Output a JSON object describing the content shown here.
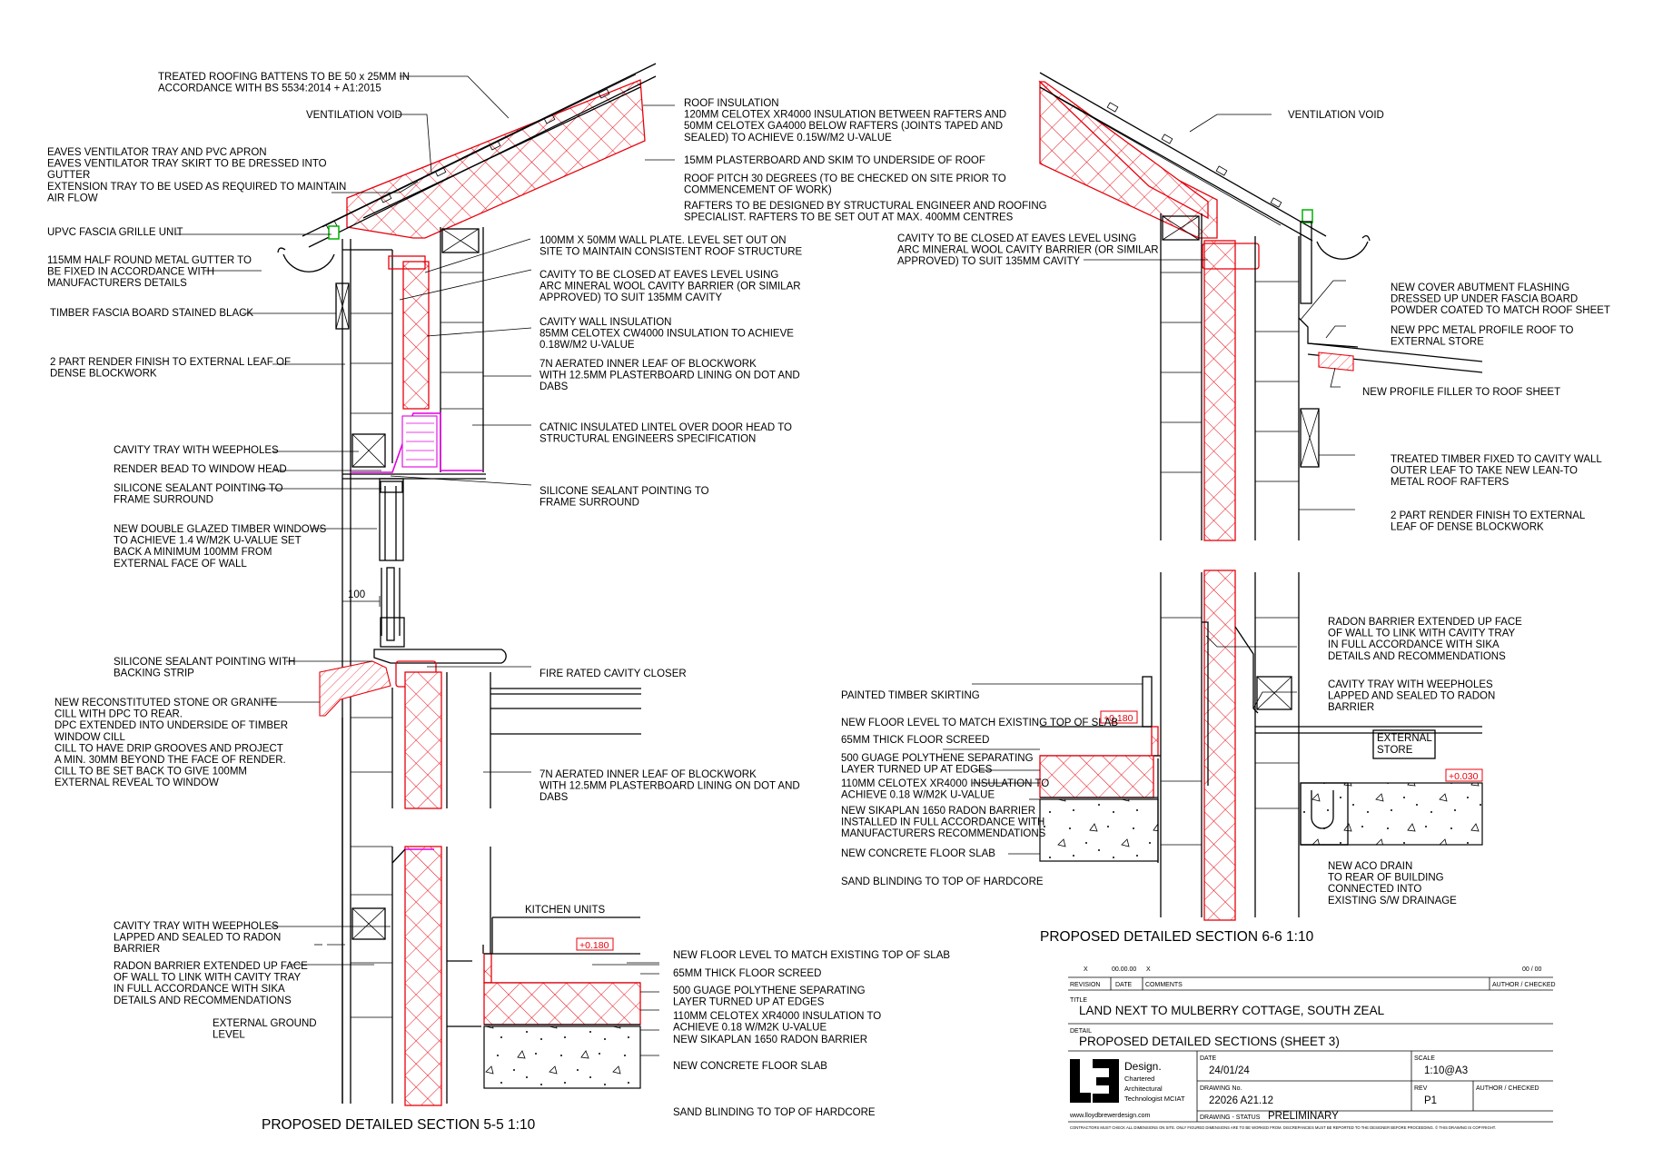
{
  "section_5_5": {
    "title": "PROPOSED DETAILED SECTION 5-5  1:10",
    "dimension": "100",
    "level_floor": "+0.180",
    "notes_left": [
      {
        "lines": [
          "TREATED ROOFING BATTENS TO BE 50 x 25MM IN",
          "ACCORDANCE WITH BS 5534:2014 + A1:2015"
        ]
      },
      {
        "lines": [
          "VENTILATION VOID"
        ]
      },
      {
        "lines": [
          "EAVES VENTILATOR TRAY AND PVC APRON",
          "EAVES VENTILATOR TRAY SKIRT TO BE DRESSED INTO",
          "GUTTER",
          "EXTENSION TRAY TO BE USED AS REQUIRED TO MAINTAIN",
          "AIR FLOW"
        ]
      },
      {
        "lines": [
          "UPVC FASCIA GRILLE UNIT"
        ]
      },
      {
        "lines": [
          "115MM HALF ROUND METAL GUTTER TO",
          "BE FIXED IN ACCORDANCE WITH",
          "MANUFACTURERS DETAILS"
        ]
      },
      {
        "lines": [
          "TIMBER FASCIA BOARD STAINED BLACK"
        ]
      },
      {
        "lines": [
          "2 PART RENDER FINISH TO EXTERNAL LEAF OF",
          "DENSE BLOCKWORK"
        ]
      },
      {
        "lines": [
          "CAVITY TRAY WITH WEEPHOLES"
        ]
      },
      {
        "lines": [
          "RENDER BEAD TO WINDOW HEAD"
        ]
      },
      {
        "lines": [
          "SILICONE SEALANT POINTING TO",
          "FRAME SURROUND"
        ]
      },
      {
        "lines": [
          "NEW DOUBLE GLAZED TIMBER WINDOWS",
          "TO ACHIEVE 1.4 W/M2K U-VALUE SET",
          "BACK A MINIMUM 100MM FROM",
          "EXTERNAL FACE OF WALL"
        ]
      },
      {
        "lines": [
          "SILICONE SEALANT POINTING WITH",
          "BACKING STRIP"
        ]
      },
      {
        "lines": [
          "NEW RECONSTITUTED STONE OR GRANITE",
          "CILL WITH DPC TO REAR.",
          "DPC EXTENDED INTO UNDERSIDE OF TIMBER",
          "WINDOW CILL",
          "CILL TO HAVE DRIP GROOVES AND PROJECT",
          "A MIN. 30MM BEYOND THE FACE OF RENDER.",
          "CILL TO BE SET BACK TO GIVE 100MM",
          "EXTERNAL REVEAL TO WINDOW"
        ]
      },
      {
        "lines": [
          "CAVITY TRAY WITH WEEPHOLES",
          "LAPPED AND SEALED TO RADON",
          "BARRIER"
        ]
      },
      {
        "lines": [
          "RADON BARRIER EXTENDED UP FACE",
          "OF WALL TO LINK WITH CAVITY TRAY",
          "IN FULL ACCORDANCE WITH SIKA",
          "DETAILS AND RECOMMENDATIONS"
        ]
      },
      {
        "lines": [
          "EXTERNAL GROUND",
          "LEVEL"
        ]
      }
    ],
    "notes_right": [
      {
        "lines": [
          "ROOF INSULATION",
          "120MM CELOTEX XR4000 INSULATION BETWEEN RAFTERS AND",
          "50MM CELOTEX GA4000 BELOW RAFTERS (JOINTS TAPED AND",
          "SEALED) TO ACHIEVE 0.15W/M2 U-VALUE"
        ]
      },
      {
        "lines": [
          "15MM PLASTERBOARD AND SKIM TO UNDERSIDE OF ROOF"
        ]
      },
      {
        "lines": [
          "ROOF PITCH 30 DEGREES (TO BE CHECKED ON SITE PRIOR TO",
          "COMMENCEMENT OF WORK)"
        ]
      },
      {
        "lines": [
          "RAFTERS TO BE DESIGNED BY STRUCTURAL ENGINEER AND ROOFING",
          "SPECIALIST. RAFTERS TO BE SET OUT AT MAX. 400MM CENTRES"
        ]
      },
      {
        "lines": [
          "100MM X 50MM WALL PLATE. LEVEL SET OUT ON",
          "SITE TO MAINTAIN CONSISTENT ROOF STRUCTURE"
        ]
      },
      {
        "lines": [
          "CAVITY TO BE CLOSED AT EAVES LEVEL USING",
          "ARC MINERAL WOOL CAVITY BARRIER (OR SIMILAR",
          "APPROVED) TO SUIT 135MM CAVITY"
        ]
      },
      {
        "lines": [
          "CAVITY WALL INSULATION",
          "85MM CELOTEX CW4000 INSULATION TO ACHIEVE",
          "0.18W/M2 U-VALUE"
        ]
      },
      {
        "lines": [
          "7N AERATED INNER LEAF OF BLOCKWORK",
          "WITH 12.5MM PLASTERBOARD LINING ON DOT AND",
          "DABS"
        ]
      },
      {
        "lines": [
          "CATNIC INSULATED LINTEL OVER DOOR HEAD TO",
          "STRUCTURAL ENGINEERS SPECIFICATION"
        ]
      },
      {
        "lines": [
          "SILICONE SEALANT POINTING TO",
          "FRAME SURROUND"
        ]
      },
      {
        "lines": [
          "FIRE RATED CAVITY CLOSER"
        ]
      },
      {
        "lines": [
          "7N AERATED INNER LEAF OF BLOCKWORK",
          "WITH 12.5MM PLASTERBOARD LINING ON DOT AND",
          "DABS"
        ]
      },
      {
        "lines": [
          "KITCHEN UNITS"
        ]
      },
      {
        "lines": [
          "NEW FLOOR LEVEL TO MATCH EXISTING TOP OF SLAB"
        ]
      },
      {
        "lines": [
          "65MM THICK FLOOR SCREED"
        ]
      },
      {
        "lines": [
          "500 GUAGE POLYTHENE SEPARATING",
          "LAYER TURNED UP AT EDGES"
        ]
      },
      {
        "lines": [
          "110MM CELOTEX XR4000 INSULATION TO",
          "ACHIEVE 0.18 W/M2K U-VALUE"
        ]
      },
      {
        "lines": [
          "NEW SIKAPLAN 1650 RADON BARRIER"
        ]
      },
      {
        "lines": [
          "NEW CONCRETE FLOOR SLAB"
        ]
      },
      {
        "lines": [
          "SAND BLINDING TO TOP OF HARDCORE"
        ]
      }
    ]
  },
  "section_6_6": {
    "title": "PROPOSED DETAILED SECTION 6-6  1:10",
    "level_floor": "+0.180",
    "level_store": "+0.030",
    "store_label": [
      "EXTERNAL",
      "STORE"
    ],
    "notes_left": [
      {
        "lines": [
          "CAVITY TO BE CLOSED AT EAVES LEVEL USING",
          "ARC MINERAL WOOL CAVITY BARRIER (OR SIMILAR",
          "APPROVED) TO SUIT 135MM CAVITY"
        ]
      },
      {
        "lines": [
          "PAINTED TIMBER SKIRTING"
        ]
      },
      {
        "lines": [
          "NEW FLOOR LEVEL TO MATCH EXISTING TOP OF SLAB"
        ]
      },
      {
        "lines": [
          "65MM THICK FLOOR SCREED"
        ]
      },
      {
        "lines": [
          "500 GUAGE POLYTHENE SEPARATING",
          "LAYER TURNED UP AT EDGES"
        ]
      },
      {
        "lines": [
          "110MM CELOTEX XR4000 INSULATION TO",
          "ACHIEVE 0.18 W/M2K U-VALUE"
        ]
      },
      {
        "lines": [
          "NEW SIKAPLAN 1650 RADON BARRIER",
          "INSTALLED IN FULL ACCORDANCE WITH",
          "MANUFACTURERS RECOMMENDATIONS"
        ]
      },
      {
        "lines": [
          "NEW CONCRETE FLOOR SLAB"
        ]
      },
      {
        "lines": [
          "SAND BLINDING TO TOP OF HARDCORE"
        ]
      }
    ],
    "notes_right": [
      {
        "lines": [
          "VENTILATION VOID"
        ]
      },
      {
        "lines": [
          "NEW COVER ABUTMENT FLASHING",
          "DRESSED UP UNDER FASCIA BOARD",
          "POWDER COATED TO MATCH ROOF SHEET"
        ]
      },
      {
        "lines": [
          "NEW PPC METAL PROFILE ROOF TO",
          "EXTERNAL STORE"
        ]
      },
      {
        "lines": [
          "NEW PROFILE FILLER TO ROOF SHEET"
        ]
      },
      {
        "lines": [
          "TREATED TIMBER FIXED TO CAVITY WALL",
          "OUTER LEAF TO TAKE NEW LEAN-TO",
          "METAL ROOF RAFTERS"
        ]
      },
      {
        "lines": [
          "2 PART RENDER FINISH TO EXTERNAL",
          "LEAF OF DENSE BLOCKWORK"
        ]
      },
      {
        "lines": [
          "RADON BARRIER EXTENDED UP FACE",
          "OF WALL TO LINK WITH CAVITY TRAY",
          "IN FULL ACCORDANCE WITH SIKA",
          "DETAILS AND RECOMMENDATIONS"
        ]
      },
      {
        "lines": [
          "CAVITY TRAY WITH WEEPHOLES",
          "LAPPED AND SEALED TO RADON",
          "BARRIER"
        ]
      },
      {
        "lines": [
          "NEW ACO DRAIN",
          "TO REAR OF BUILDING",
          "CONNECTED INTO",
          "EXISTING S/W DRAINAGE"
        ]
      }
    ]
  },
  "title_block": {
    "rev_marker": "X",
    "rev_date": "00.00.00",
    "rev_initial": "X",
    "rev_check": "00 / 00",
    "col_revision": "REVISION",
    "col_date": "DATE",
    "col_comments": "COMMENTS",
    "col_author": "AUTHOR / CHECKED",
    "title_label": "TITLE",
    "title": "LAND NEXT TO MULBERRY COTTAGE, SOUTH ZEAL",
    "detail_label": "DETAIL",
    "detail": "PROPOSED DETAILED SECTIONS (SHEET 3)",
    "logo_name": "Design.",
    "logo_sub": [
      "Chartered",
      "Architectural",
      "Technologist MCIAT"
    ],
    "website": "www.lloydbrewerdesign.com",
    "date_label": "DATE",
    "date": "24/01/24",
    "scale_label": "SCALE",
    "scale": "1:10@A3",
    "drawing_no_label": "DRAWING No.",
    "drawing_no": "22026 A21.12",
    "rev_label": "REV",
    "rev": "P1",
    "author_label": "AUTHOR / CHECKED",
    "status_label": "DRAWING - STATUS",
    "status": "PRELIMINARY",
    "disclaimer": "CONTRACTORS MUST CHECK ALL DIMENSIONS ON SITE. ONLY FIGURED DIMENSIONS ARE TO BE WORKED FROM. DISCREPANCIES MUST BE REPORTED TO THE DESIGNER BEFORE PROCEEDING. © THIS DRAWING IS COPYRIGHT."
  },
  "colors": {
    "insulation": "#e8000b",
    "linework": "#000000",
    "membrane": "#e000e0",
    "fascia_grille": "#00b000"
  }
}
